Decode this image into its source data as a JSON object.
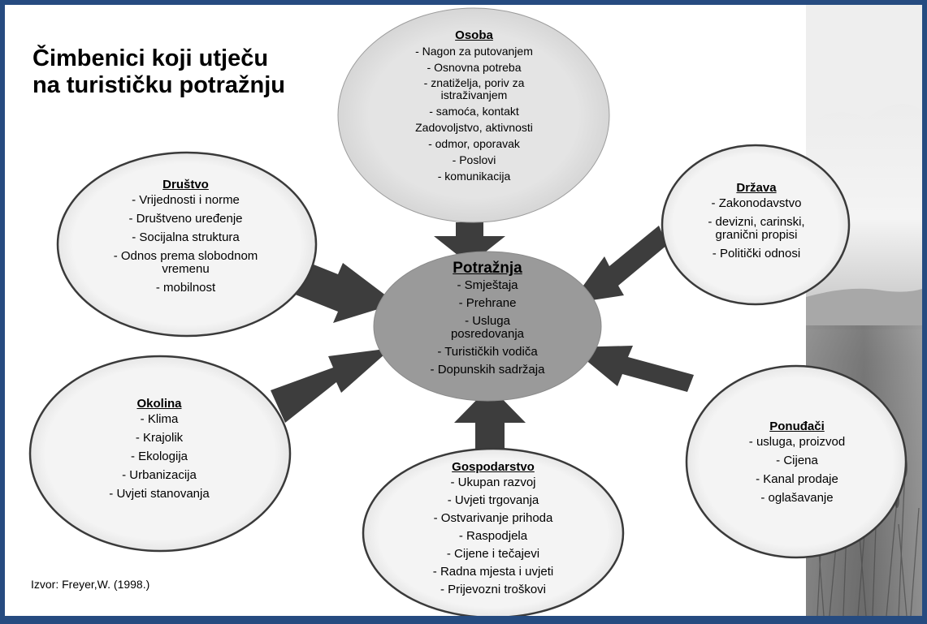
{
  "title": "Čimbenici koji utječu na turističku potražnju",
  "source": "Izvor: Freyer,W.  (1998.)",
  "center": {
    "heading": "Potražnja",
    "items": [
      "- Smještaja",
      "- Prehrane",
      "- Usluga posredovanja",
      "- Turističkih vodiča",
      "- Dopunskih sadržaja"
    ]
  },
  "osoba": {
    "heading": "Osoba",
    "items": [
      "- Nagon za putovanjem",
      "- Osnovna potreba",
      "- znatiželja, poriv za istraživanjem",
      "- samoća, kontakt",
      "Zadovoljstvo, aktivnosti",
      "- odmor, oporavak",
      "- Poslovi",
      "- komunikacija"
    ]
  },
  "drustvo": {
    "heading": "Društvo",
    "items": [
      "- Vrijednosti i norme",
      "- Društveno uređenje",
      "- Socijalna struktura",
      "- Odnos prema slobodnom vremenu",
      "- mobilnost"
    ]
  },
  "drzava": {
    "heading": "Država",
    "items": [
      "- Zakonodavstvo",
      "- devizni, carinski, granični propisi",
      "- Politički odnosi"
    ]
  },
  "okolina": {
    "heading": "Okolina",
    "items": [
      "- Klima",
      "- Krajolik",
      "- Ekologija",
      "- Urbanizacija",
      "- Uvjeti stanovanja"
    ]
  },
  "gospodarstvo": {
    "heading": "Gospodarstvo",
    "items": [
      "- Ukupan razvoj",
      "- Uvjeti trgovanja",
      "- Ostvarivanje prihoda",
      "- Raspodjela",
      "- Cijene i tečajevi",
      "- Radna mjesta i uvjeti",
      "- Prijevozni troškovi"
    ]
  },
  "ponudaci": {
    "heading": "Ponuđači",
    "items": [
      "- usluga, proizvod",
      "- Cijena",
      "- Kanal prodaje",
      "- oglašavanje"
    ]
  },
  "colors": {
    "frame": "#264b80",
    "outer_ellipse_fill": "#f1f1f1",
    "top_ellipse_fill": "#e2e2e2",
    "center_ellipse_fill": "#9a9a9a",
    "arrow_fill": "#3d3d3d"
  }
}
